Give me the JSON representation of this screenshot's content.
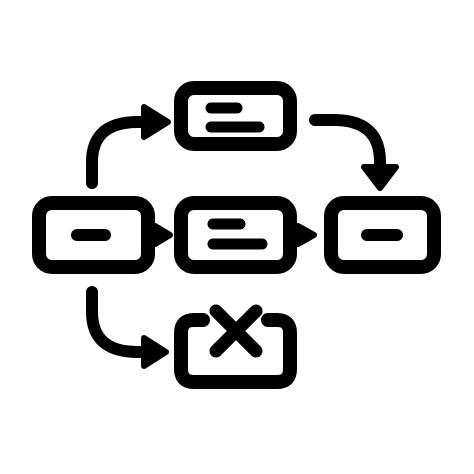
{
  "icon": {
    "name": "workflow-process-icon",
    "stroke_color": "#000000",
    "background_color": "#ffffff",
    "nodes": [
      {
        "name": "top-node",
        "content": "text-lines"
      },
      {
        "name": "left-node",
        "content": "minus"
      },
      {
        "name": "center-node",
        "content": "text-lines"
      },
      {
        "name": "right-node",
        "content": "minus"
      },
      {
        "name": "bottom-node",
        "content": "x-mark"
      }
    ],
    "connectors": [
      {
        "name": "left-to-top-arrow",
        "from": "left-node",
        "to": "top-node"
      },
      {
        "name": "top-to-right-arrow",
        "from": "top-node",
        "to": "right-node"
      },
      {
        "name": "left-to-center-arrow",
        "from": "left-node",
        "to": "center-node"
      },
      {
        "name": "center-to-right-arrow",
        "from": "center-node",
        "to": "right-node"
      },
      {
        "name": "left-to-bottom-arrow",
        "from": "left-node",
        "to": "bottom-node"
      }
    ]
  }
}
